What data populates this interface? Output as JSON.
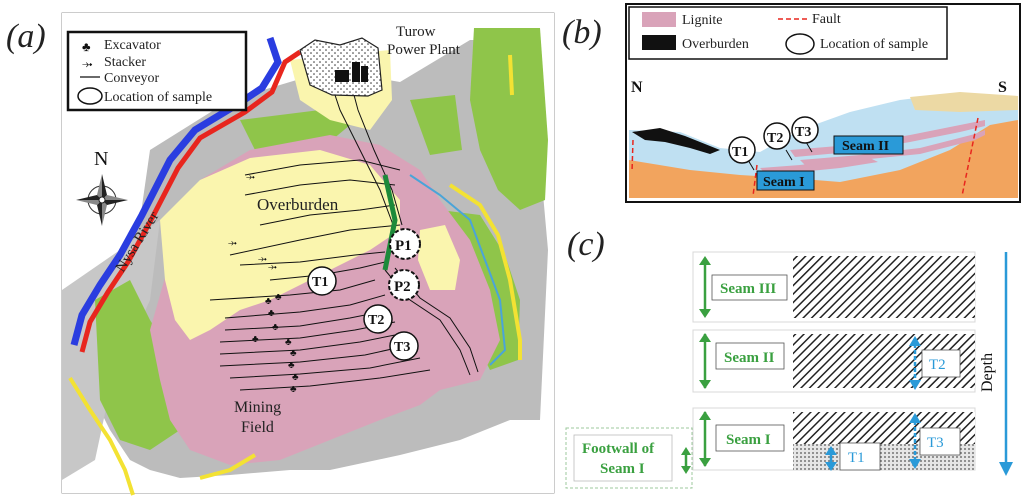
{
  "panels": {
    "a": "(a)",
    "b": "(b)",
    "c": "(c)"
  },
  "map": {
    "legend": {
      "excavator": "Excavator",
      "stacker": "Stacker",
      "conveyor": "Conveyor",
      "sample": "Location of sample"
    },
    "power_plant": "Turow\nPower Plant",
    "power_plant_l1": "Turow",
    "power_plant_l2": "Power Plant",
    "compass_n": "N",
    "river": "Nysa River",
    "overburden": "Overburden",
    "mining_l1": "Mining",
    "mining_l2": "Field",
    "samples": [
      "T1",
      "T2",
      "T3",
      "P1",
      "P2"
    ]
  },
  "section": {
    "legend": {
      "lignite": "Lignite",
      "overburden": "Overburden",
      "fault": "Fault",
      "sample": "Location of sample"
    },
    "north": "N",
    "south": "S",
    "samples": [
      "T1",
      "T2",
      "T3"
    ],
    "seam1": "Seam I",
    "seam2": "Seam II"
  },
  "column": {
    "seam3": "Seam III",
    "seam2": "Seam II",
    "seam1": "Seam I",
    "footwall_l1": "Footwall of",
    "footwall_l2": "Seam I",
    "t1": "T1",
    "t2": "T2",
    "t3": "T3",
    "depth": "Depth"
  },
  "colors": {
    "lignite": "#d9a3b9",
    "overburden_yellow": "#faf5ae",
    "green": "#8fc54a",
    "grey": "#bcbcbc",
    "river_blue": "#2a3de0",
    "river_red": "#e8261e",
    "road": "#f3e233",
    "seam_green": "#3aa040",
    "sample_blue": "#2a9ad8",
    "section_water": "#bfe0f2",
    "section_orange": "#f2a45e"
  }
}
